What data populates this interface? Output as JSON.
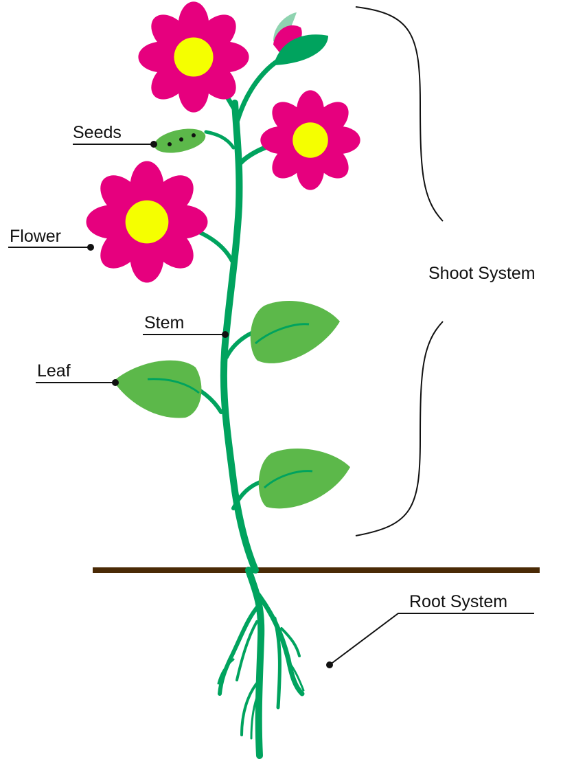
{
  "labels": {
    "seeds": "Seeds",
    "flower": "Flower",
    "stem": "Stem",
    "leaf": "Leaf",
    "shoot_system": "Shoot System",
    "root_system": "Root System"
  },
  "colors": {
    "petal": "#e6007e",
    "flower_center": "#f5ff00",
    "stem": "#00a35e",
    "leaf": "#5cb84a",
    "leaf_vein": "#00a35e",
    "seed_pod": "#5cb84a",
    "ground": "#4a2a06",
    "text": "#111111"
  }
}
